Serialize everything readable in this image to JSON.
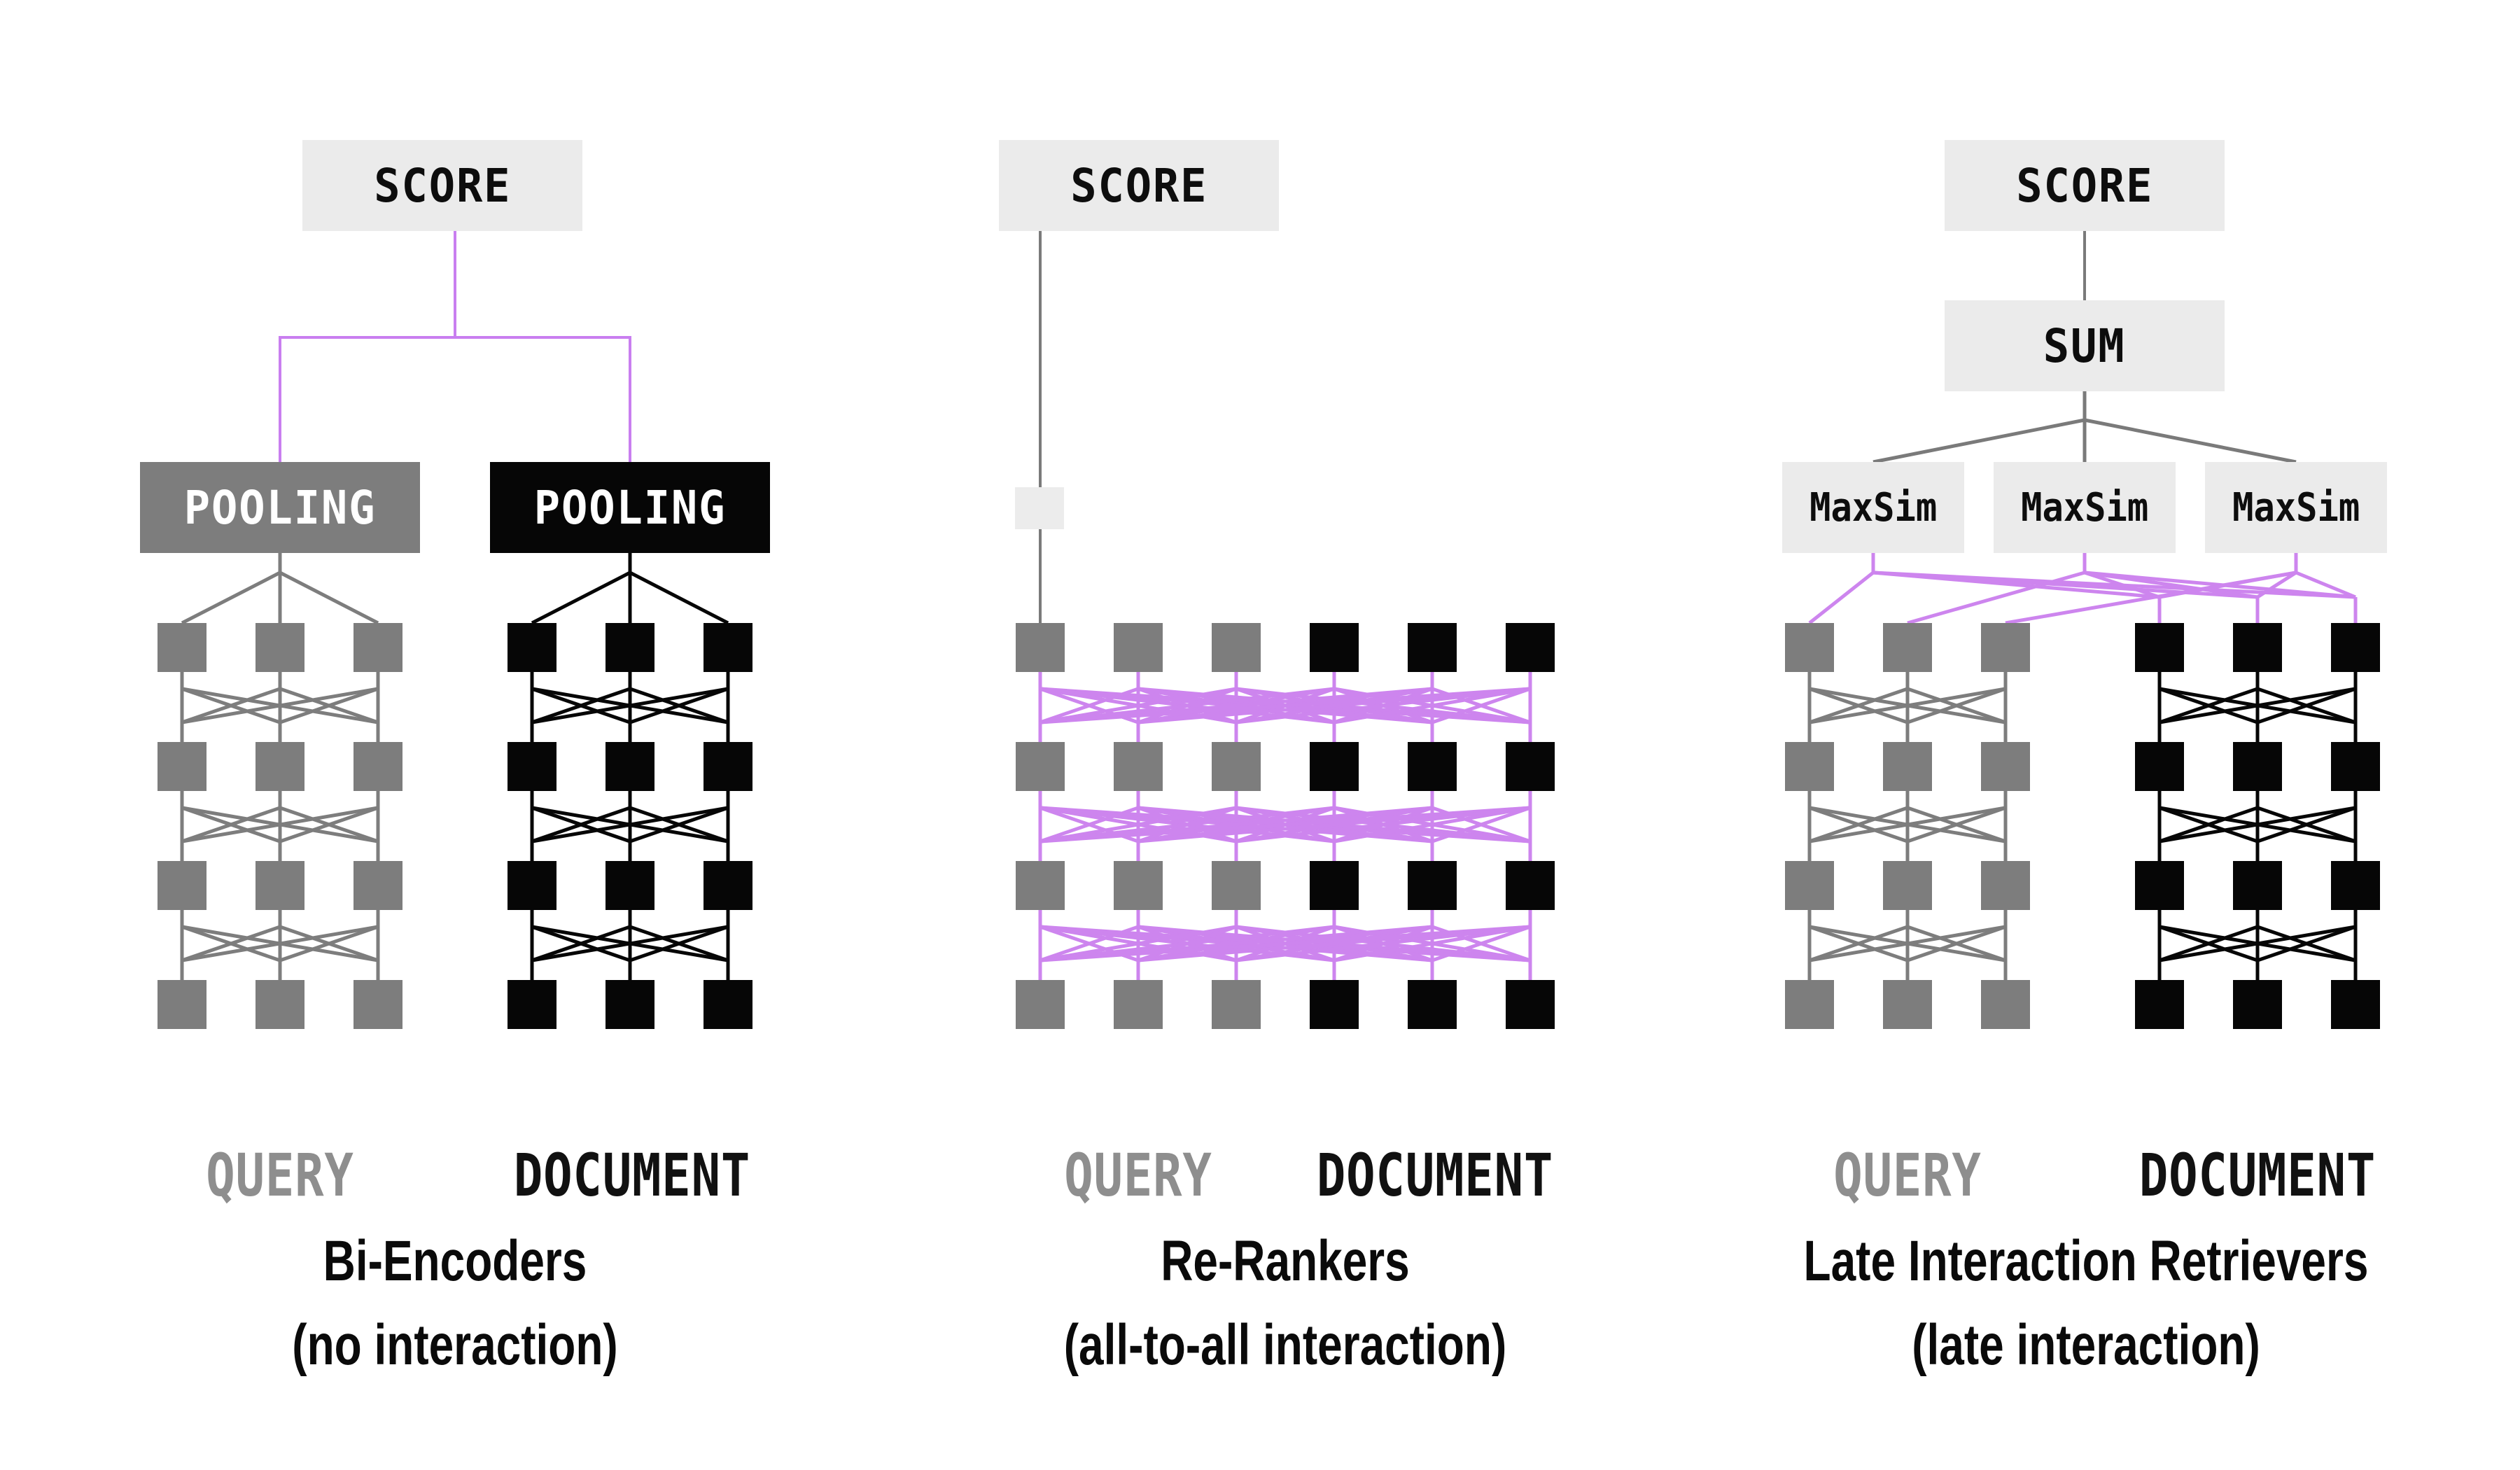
{
  "colors": {
    "background": "#ffffff",
    "label_box_bg": "#ebebeb",
    "small_box_bg": "#ececec",
    "query_gray": "#7d7d7d",
    "document_black": "#060606",
    "gray_line": "#7a7a7a",
    "purple_connector": "#c97ef0",
    "purple_web": "#cd85ee",
    "query_label_color": "#8e8e8e"
  },
  "structure": {
    "query_tokens_per_panel": 3,
    "document_tokens_per_panel": 3,
    "token_rows_per_tower": 4
  },
  "panels": [
    {
      "name": "bi-encoders",
      "score": "SCORE",
      "pooling_query": "POOLING",
      "pooling_document": "POOLING",
      "query_label": "QUERY",
      "document_label": "DOCUMENT",
      "caption": [
        "Bi-Encoders",
        "(no interaction)"
      ]
    },
    {
      "name": "re-rankers",
      "score": "SCORE",
      "query_label": "QUERY",
      "document_label": "DOCUMENT",
      "caption": [
        "Re-Rankers",
        "(all-to-all interaction)"
      ]
    },
    {
      "name": "late-interaction-retrievers",
      "score": "SCORE",
      "sum": "SUM",
      "maxsim": [
        "MaxSim",
        "MaxSim",
        "MaxSim"
      ],
      "query_label": "QUERY",
      "document_label": "DOCUMENT",
      "caption": [
        "Late Interaction Retrievers",
        "(late interaction)"
      ]
    }
  ]
}
